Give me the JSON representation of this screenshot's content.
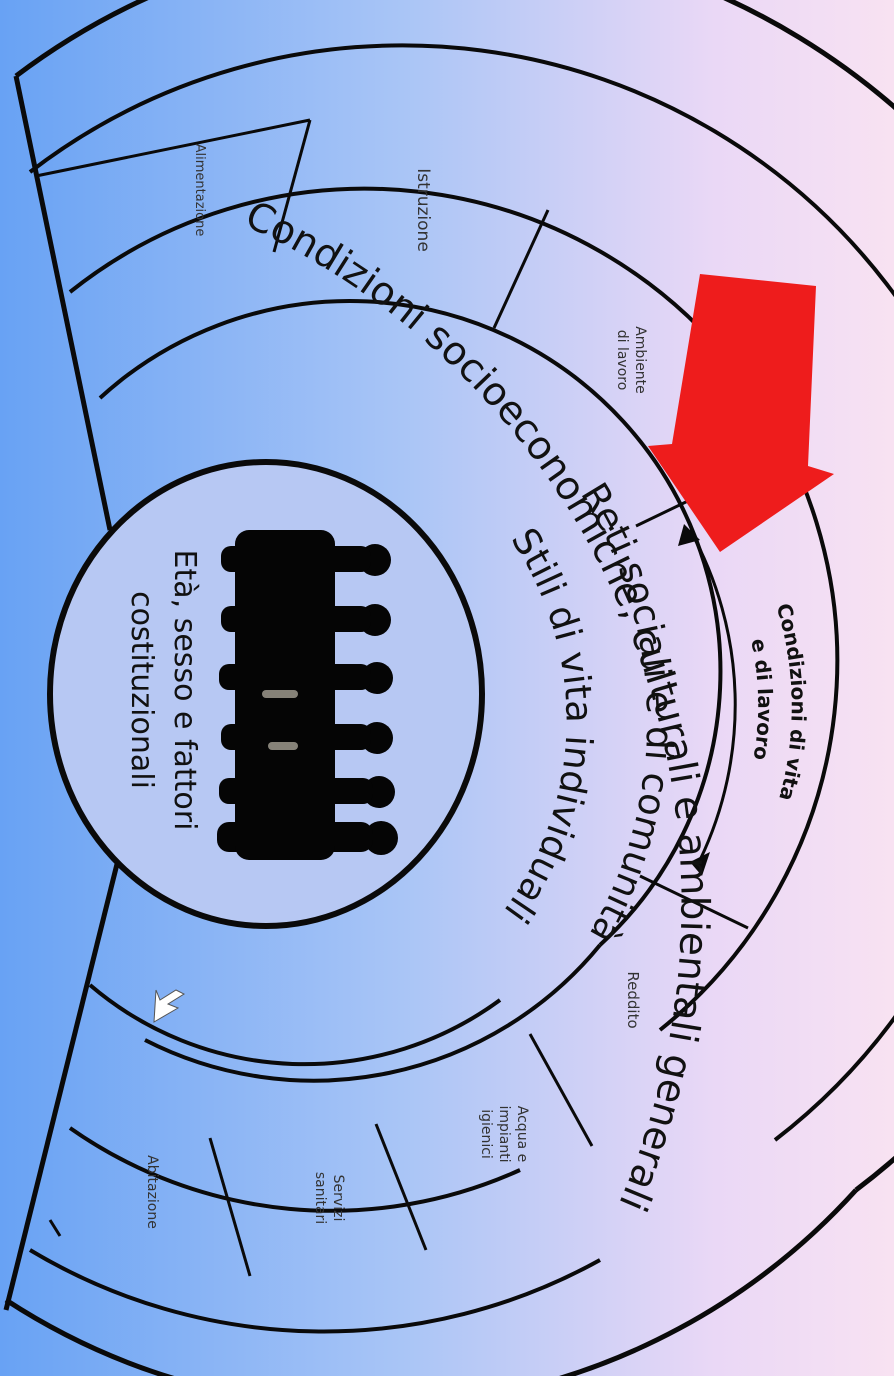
{
  "diagram": {
    "outer_layer": "Condizioni socioeconomiche, culturali e ambientali generali",
    "community_layer": "Reti sociali e di comunità",
    "lifestyle_layer": "Stili di vita individuali",
    "core": {
      "line1": "Età, sesso e fattori",
      "line2": "costituzionali"
    },
    "center": {
      "line1": "Condizioni di vita",
      "line2": "e di lavoro"
    },
    "sectors": {
      "alimentazione": "Alimentazione",
      "istruzione": "Istruzione",
      "ambiente_1": "Ambiente",
      "ambiente_2": "di lavoro",
      "reddito": "Reddito",
      "acqua_1": "Acqua e",
      "acqua_2": "impianti",
      "acqua_3": "igienici",
      "servizi_1": "Servizi",
      "servizi_2": "sanitari",
      "abitazione": "Abitazione"
    },
    "colors": {
      "stroke": "#0a0a0a",
      "arrow": "#ee1c1c",
      "silhouettes": "#050505"
    },
    "icons": [
      "silhouettes-icon",
      "red-arrow-icon",
      "cursor-icon"
    ]
  }
}
